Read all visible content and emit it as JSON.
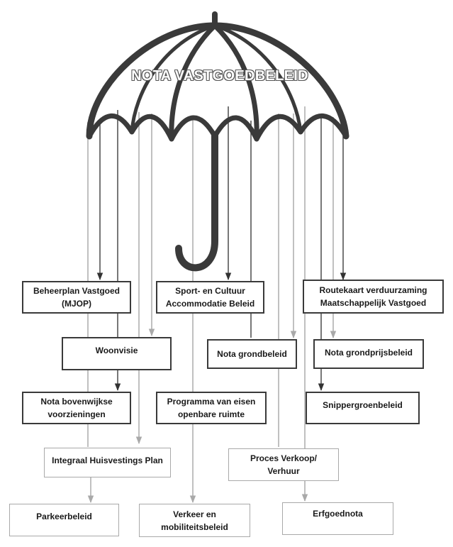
{
  "title": "NOTA VASTGOEDBELEID",
  "colors": {
    "umbrella": "#3a3a3a",
    "dark_line": "#4a4a4a",
    "light_line": "#ababab"
  },
  "boxes": {
    "beheerplan": "Beheerplan Vastgoed\n(MJOP)",
    "sport": "Sport- en Cultuur\nAccommodatie Beleid",
    "routekaart": "Routekaart verduurzaming\nMaatschappelijk Vastgoed",
    "woonvisie": "Woonvisie",
    "grondbeleid": "Nota grondbeleid",
    "grondprijsbeleid": "Nota grondprijsbeleid",
    "bovenwijkse": "Nota bovenwijkse\nvoorzieningen",
    "programma": "Programma van eisen\nopenbare ruimte",
    "snippergroen": "Snippergroenbeleid",
    "ihp": "Integraal Huisvestings Plan",
    "verkoop": "Proces Verkoop/\nVerhuur",
    "parkeer": "Parkeerbeleid",
    "verkeer": "Verkeer en\nmobiliteitsbeleid",
    "erfgoed": "Erfgoednota"
  }
}
